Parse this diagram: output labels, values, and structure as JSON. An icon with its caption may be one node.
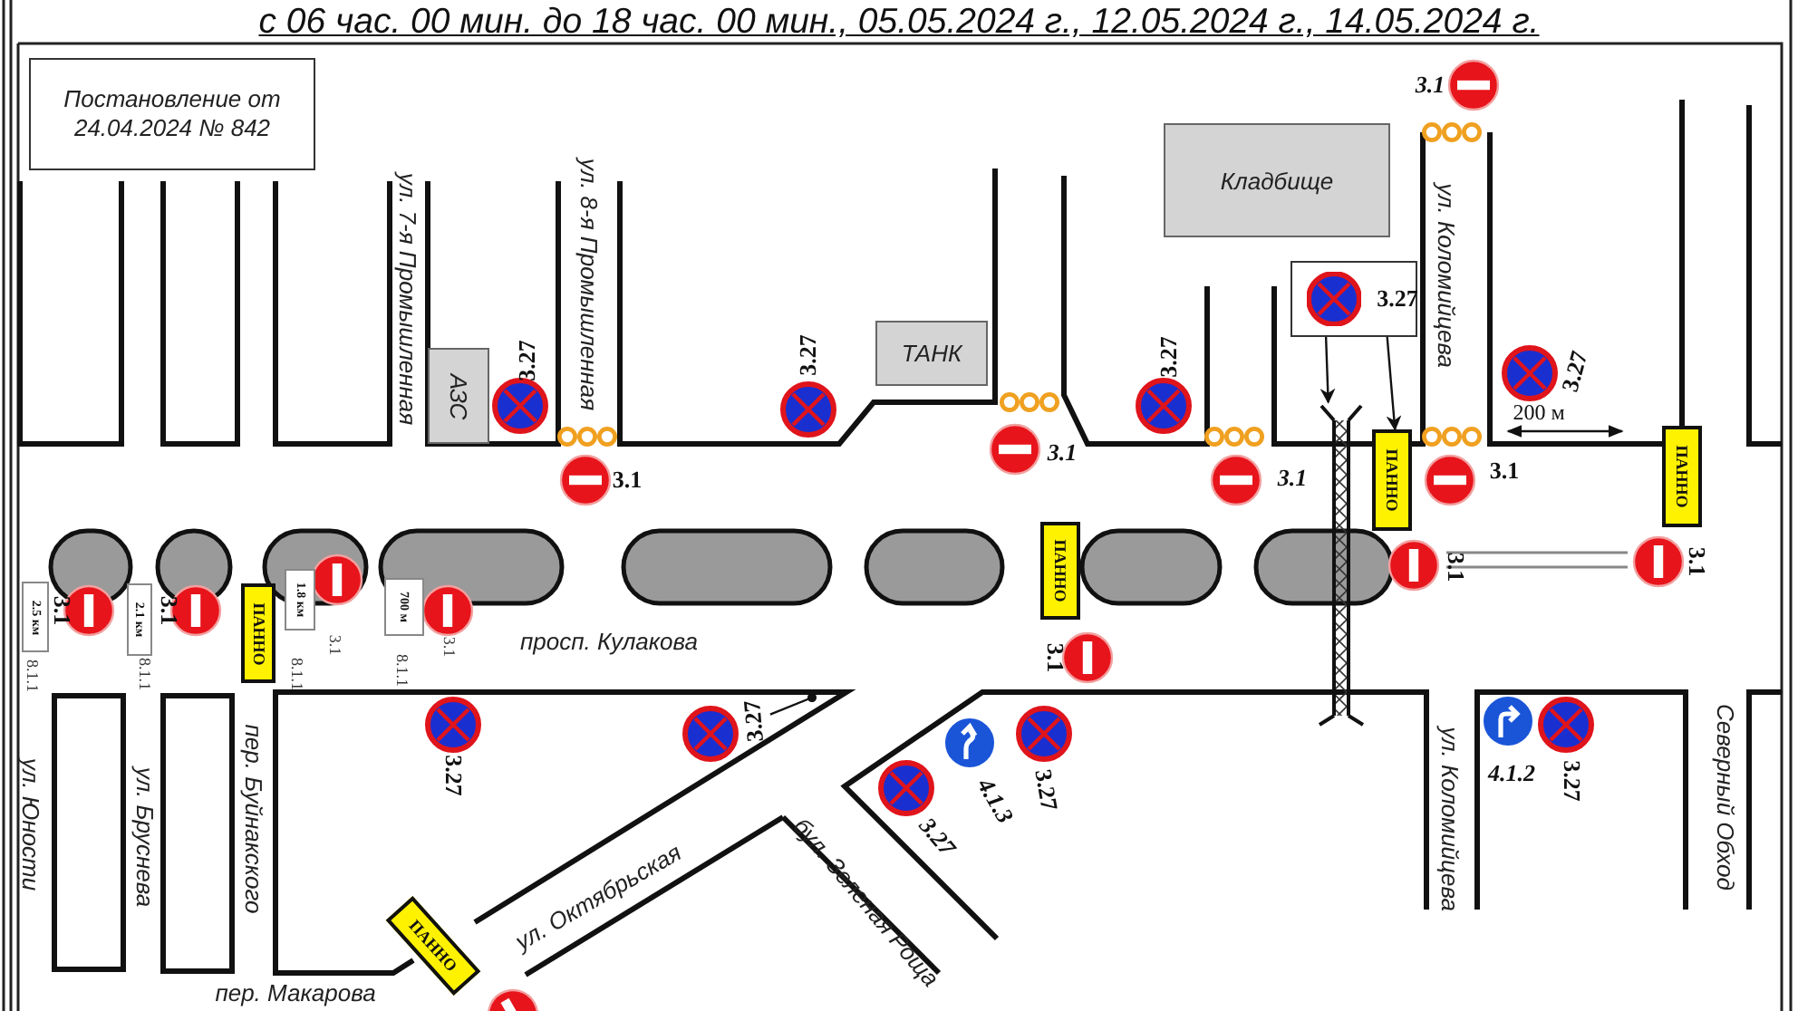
{
  "diagram": {
    "title": "с 06 час. 00 мин. до 18 час. 00 мин., 05.05.2024 г., 12.05.2024 г., 14.05.2024 г.",
    "nodes": [
      {
        "text": [
          "Постановление от 24.04.2024 № 842"
        ]
      },
      {
        "text": [
          "Кладбище"
        ]
      },
      {
        "text": [
          "АЗС"
        ]
      },
      {
        "text": [
          "ТАНК"
        ]
      },
      {
        "text": [
          "3.27"
        ]
      },
      {
        "text": [
          "3.27"
        ]
      },
      {
        "text": [
          "ПАННО"
        ]
      },
      {
        "text": [
          "ПАННО"
        ]
      },
      {
        "text": [
          "ПАННО"
        ]
      },
      {
        "text": [
          "ПАННО"
        ]
      },
      {
        "text": [
          "ПАННО"
        ]
      },
      {
        "text": [
          "2.5 км"
        ]
      },
      {
        "text": [
          "2.1 км"
        ]
      },
      {
        "text": [
          "1.8 км"
        ]
      },
      {
        "text": [
          "700 м"
        ]
      },
      {
        "text": [],
        "shape": "bar"
      }
    ],
    "edges": [
      {
        "from": 4,
        "to": 15,
        "arrow": "to"
      },
      {
        "from": 4,
        "to": 8,
        "arrow": "to"
      },
      {
        "from": 5,
        "to": null,
        "arrow": "other"
      }
    ],
    "labels": [
      "ул. 7-я Промышленная",
      "ул. 8-я Промышленная",
      "3.27",
      "3.27",
      "3.27",
      "ул. Коломийцева",
      "3.1",
      "3.27",
      "200 м",
      "3.1",
      "3.1",
      "3.1",
      "3.1",
      "3.1",
      "3.1",
      "3.1",
      "3.1",
      "8.1.1",
      "8.1.1",
      "3.1",
      "8.1.1",
      "3.1",
      "8.1.1",
      "просп. Кулакова",
      "3.1",
      "3.27",
      "4.1.3",
      "3.27",
      "3.27",
      "4.1.2",
      "3.27",
      "ул. Юности",
      "ул. Бруснева",
      "пер. Буйнакского",
      "ул. Октябрьская",
      "бул. Зеленая Роща",
      "ул. Коломийцева",
      "Северный Обход",
      "пер. Макарова"
    ]
  }
}
